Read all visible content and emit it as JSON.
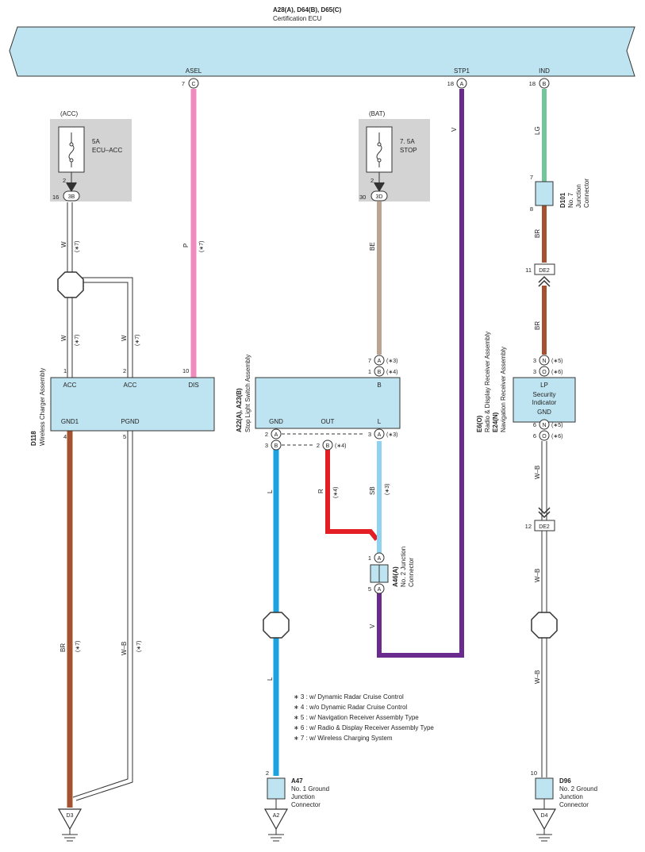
{
  "ecu": {
    "codes": "A28(A), D64(B), D65(C)",
    "name": "Certification ECU",
    "terminals": [
      {
        "name": "ASEL",
        "pin": "7",
        "conn": "C"
      },
      {
        "name": "STP1",
        "pin": "18",
        "conn": "A"
      },
      {
        "name": "IND",
        "pin": "18",
        "conn": "B"
      }
    ]
  },
  "fuses": [
    {
      "supply": "(ACC)",
      "rating": "5A",
      "name": "ECU–ACC",
      "pin_in": "2",
      "pin_out": "16",
      "conn": "3B"
    },
    {
      "supply": "(BAT)",
      "rating": "7. 5A",
      "name": "STOP",
      "pin_in": "2",
      "pin_out": "30",
      "conn": "3D"
    }
  ],
  "wires": {
    "acc_w1": {
      "color": "W",
      "note": "(∗7)"
    },
    "acc_w2": {
      "color": "W",
      "note": "(∗7)"
    },
    "acc_w3": {
      "color": "W",
      "note": "(∗7)"
    },
    "asel_p": {
      "color": "P",
      "note": "(∗7)"
    },
    "stop_be": {
      "color": "BE"
    },
    "stp1_v": {
      "color": "V"
    },
    "ind_lg": {
      "color": "LG"
    },
    "ind_br1": {
      "color": "BR"
    },
    "ind_br2": {
      "color": "BR"
    },
    "gnd1_br": {
      "color": "BR",
      "note": "(∗7)"
    },
    "pgnd_wb": {
      "color": "W–B",
      "note": "(∗7)"
    },
    "gnd_l1": {
      "color": "L"
    },
    "gnd_l2": {
      "color": "L"
    },
    "out_r": {
      "color": "R",
      "note": "(∗4)"
    },
    "l_sb": {
      "color": "SB",
      "note": "(∗3)"
    },
    "a46_v": {
      "color": "V"
    },
    "lp_wb1": {
      "color": "W–B"
    },
    "lp_wb2": {
      "color": "W–B"
    },
    "lp_wb3": {
      "color": "W–B"
    }
  },
  "wireless_charger": {
    "code": "D118",
    "name": "Wireless Charger Assembly",
    "pins": [
      {
        "num": "1",
        "name": "ACC"
      },
      {
        "num": "2",
        "name": "ACC"
      },
      {
        "num": "10",
        "name": "DIS"
      },
      {
        "num": "4",
        "name": "GND1"
      },
      {
        "num": "5",
        "name": "PGND"
      }
    ]
  },
  "stop_light_switch": {
    "codes": "A22(A), A23(B)",
    "name": "Stop Light Switch Assembly",
    "b_pins": [
      {
        "num": "7",
        "conn": "A",
        "note": "(∗3)"
      },
      {
        "num": "1",
        "conn": "B",
        "note": "(∗4)"
      }
    ],
    "b_label": "B",
    "out_pins": [
      {
        "name": "GND"
      },
      {
        "name": "OUT"
      },
      {
        "name": "L"
      }
    ],
    "gnd_a": {
      "num": "2",
      "conn": "A"
    },
    "gnd_b": {
      "num": "3",
      "conn": "B"
    },
    "out_b": {
      "num": "2",
      "conn": "B",
      "note": "(∗4)"
    },
    "l_a": {
      "num": "3",
      "conn": "A",
      "note": "(∗3)"
    }
  },
  "receiver": {
    "codes_1": "E6(O)",
    "name_1": "Radio & Display Receiver Assembly",
    "codes_2": "E24(N)",
    "name_2": "Navigation Receiver Assembly",
    "lp_pins": [
      {
        "num": "3",
        "conn": "N",
        "note": "(∗5)"
      },
      {
        "num": "3",
        "conn": "O",
        "note": "(∗6)"
      }
    ],
    "lp_label": "LP",
    "inner_1": "Security",
    "inner_2": "Indicator",
    "gnd_label": "GND",
    "gnd_pins": [
      {
        "num": "6",
        "conn": "N",
        "note": "(∗5)"
      },
      {
        "num": "6",
        "conn": "O",
        "note": "(∗6)"
      }
    ]
  },
  "junction_d101": {
    "code": "D101",
    "line1": "No. 7",
    "line2": "Junction",
    "line3": "Connector",
    "pin_top": "7",
    "pin_bot": "8"
  },
  "junction_a46": {
    "code": "A46(A)",
    "line1": "No. 2 Junction",
    "line2": "Connector",
    "pin_top": "1",
    "pin_bot": "5",
    "conn": "A"
  },
  "de2_top": {
    "pin": "11",
    "name": "DE2"
  },
  "de2_bot": {
    "pin": "12",
    "name": "DE2"
  },
  "ground_connectors": [
    {
      "code": "A47",
      "line1": "No. 1 Ground",
      "line2": "Junction",
      "line3": "Connector",
      "pin": "2",
      "ground": "A2"
    },
    {
      "code": "D96",
      "line1": "No. 2 Ground",
      "line2": "Junction",
      "line3": "Connector",
      "pin": "10",
      "ground": "D4"
    }
  ],
  "ground_d3": {
    "ground": "D3"
  },
  "notes": [
    "∗ 3 : w/ Dynamic Radar Cruise Control",
    "∗ 4 : w/o Dynamic Radar Cruise Control",
    "∗ 5 : w/ Navigation Receiver Assembly Type",
    "∗ 6 : w/ Radio & Display Receiver Assembly Type",
    "∗ 7 : w/ Wireless Charging System"
  ],
  "colors": {
    "ecu_fill": "#bfe4f1",
    "fuse_bg": "#d3d3d3",
    "pink": "#f08bbd",
    "violet": "#6a2a8e",
    "beige": "#bba592",
    "lightgreen": "#72c79a",
    "brown": "#a4522f",
    "blue": "#1aa3e0",
    "skyblue": "#8fd3f2",
    "red": "#e31e24"
  }
}
